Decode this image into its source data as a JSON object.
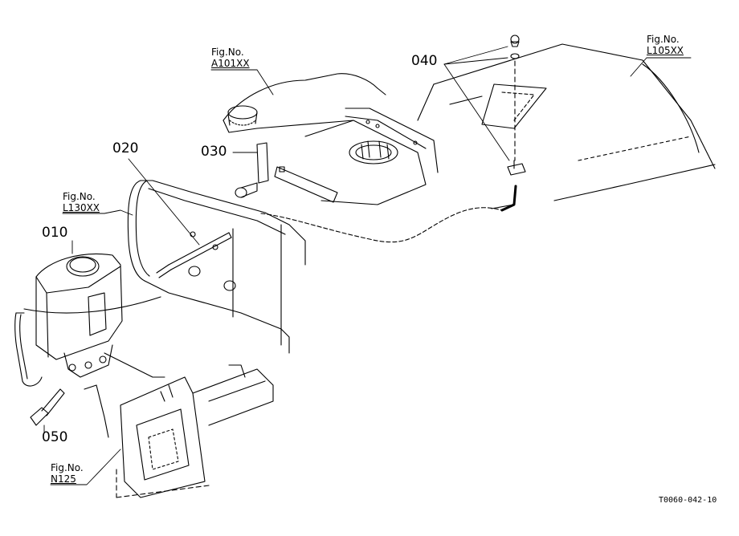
{
  "parts": {
    "p010": "010",
    "p020": "020",
    "p030": "030",
    "p040": "040",
    "p050": "050"
  },
  "figure_refs": {
    "a101": {
      "prefix": "Fig.No.",
      "ref": "A101XX"
    },
    "l105": {
      "prefix": "Fig.No.",
      "ref": "L105XX"
    },
    "l130": {
      "prefix": "Fig.No.",
      "ref": "L130XX"
    },
    "n125": {
      "prefix": "Fig.No.",
      "ref": "N125"
    }
  },
  "drawing_code": "T0060-042-10",
  "colors": {
    "line": "#000000",
    "background": "#ffffff"
  }
}
